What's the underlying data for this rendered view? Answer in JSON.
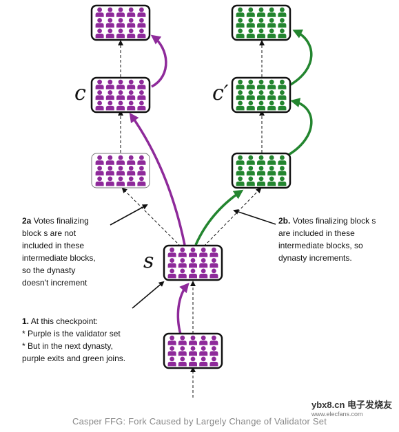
{
  "labels": {
    "c": "c",
    "c_prime": "c′",
    "s": "s"
  },
  "notes": {
    "note_2a_bold": "2a",
    "note_2a_text": " Votes finalizing\nblock s are not\nincluded in these\nintermediate blocks,\nso the dynasty\ndoesn't increment",
    "note_2b_bold": "2b.",
    "note_2b_text": " Votes finalizing block s\nare included in these\nintermediate blocks, so\ndynasty increments.",
    "note_1_bold": "1.",
    "note_1_text": " At this checkpoint:\n* Purple is the validator set\n* But in the next dynasty,\n   purple exits and green joins."
  },
  "caption": "Casper FFG: Fork Caused by Largely Change of Validator Set",
  "watermark": {
    "main": "ybx8.cn 电子发烧友",
    "sub": "www.elecfans.com"
  },
  "colors": {
    "purple": "#8e2a9a",
    "green": "#23852f",
    "border": "#111111",
    "caption": "#888888"
  },
  "blocks": [
    {
      "id": "purple-top",
      "validators": "purple"
    },
    {
      "id": "purple-c",
      "validators": "purple"
    },
    {
      "id": "purple-intermediate",
      "validators": "purple"
    },
    {
      "id": "green-top",
      "validators": "green"
    },
    {
      "id": "green-c-prime",
      "validators": "green"
    },
    {
      "id": "green-intermediate",
      "validators": "green"
    },
    {
      "id": "s",
      "validators": "purple"
    },
    {
      "id": "below-s",
      "validators": "purple"
    }
  ]
}
